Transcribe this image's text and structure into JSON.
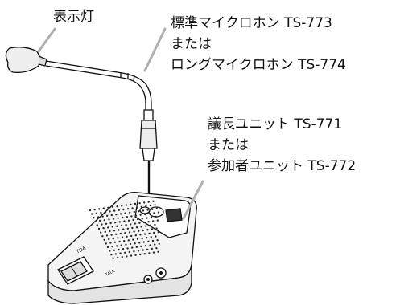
{
  "labels": {
    "indicator": "表示灯",
    "mic_line1": "標準マイクロホン TS-773",
    "mic_line2": "または",
    "mic_line3": "ロングマイクロホン TS-774",
    "unit_line1": "議長ユニット TS-771",
    "unit_line2": "または",
    "unit_line3": "参加者ユニット TS-772"
  },
  "unit_marks": {
    "brand": "TOA",
    "talk": "TALK"
  },
  "colors": {
    "line": "#111111",
    "leader": "#b0b0b0",
    "mic_body": "#eeeeee",
    "unit_top": "#f4f4f4",
    "grille": "#2a2a2a"
  }
}
